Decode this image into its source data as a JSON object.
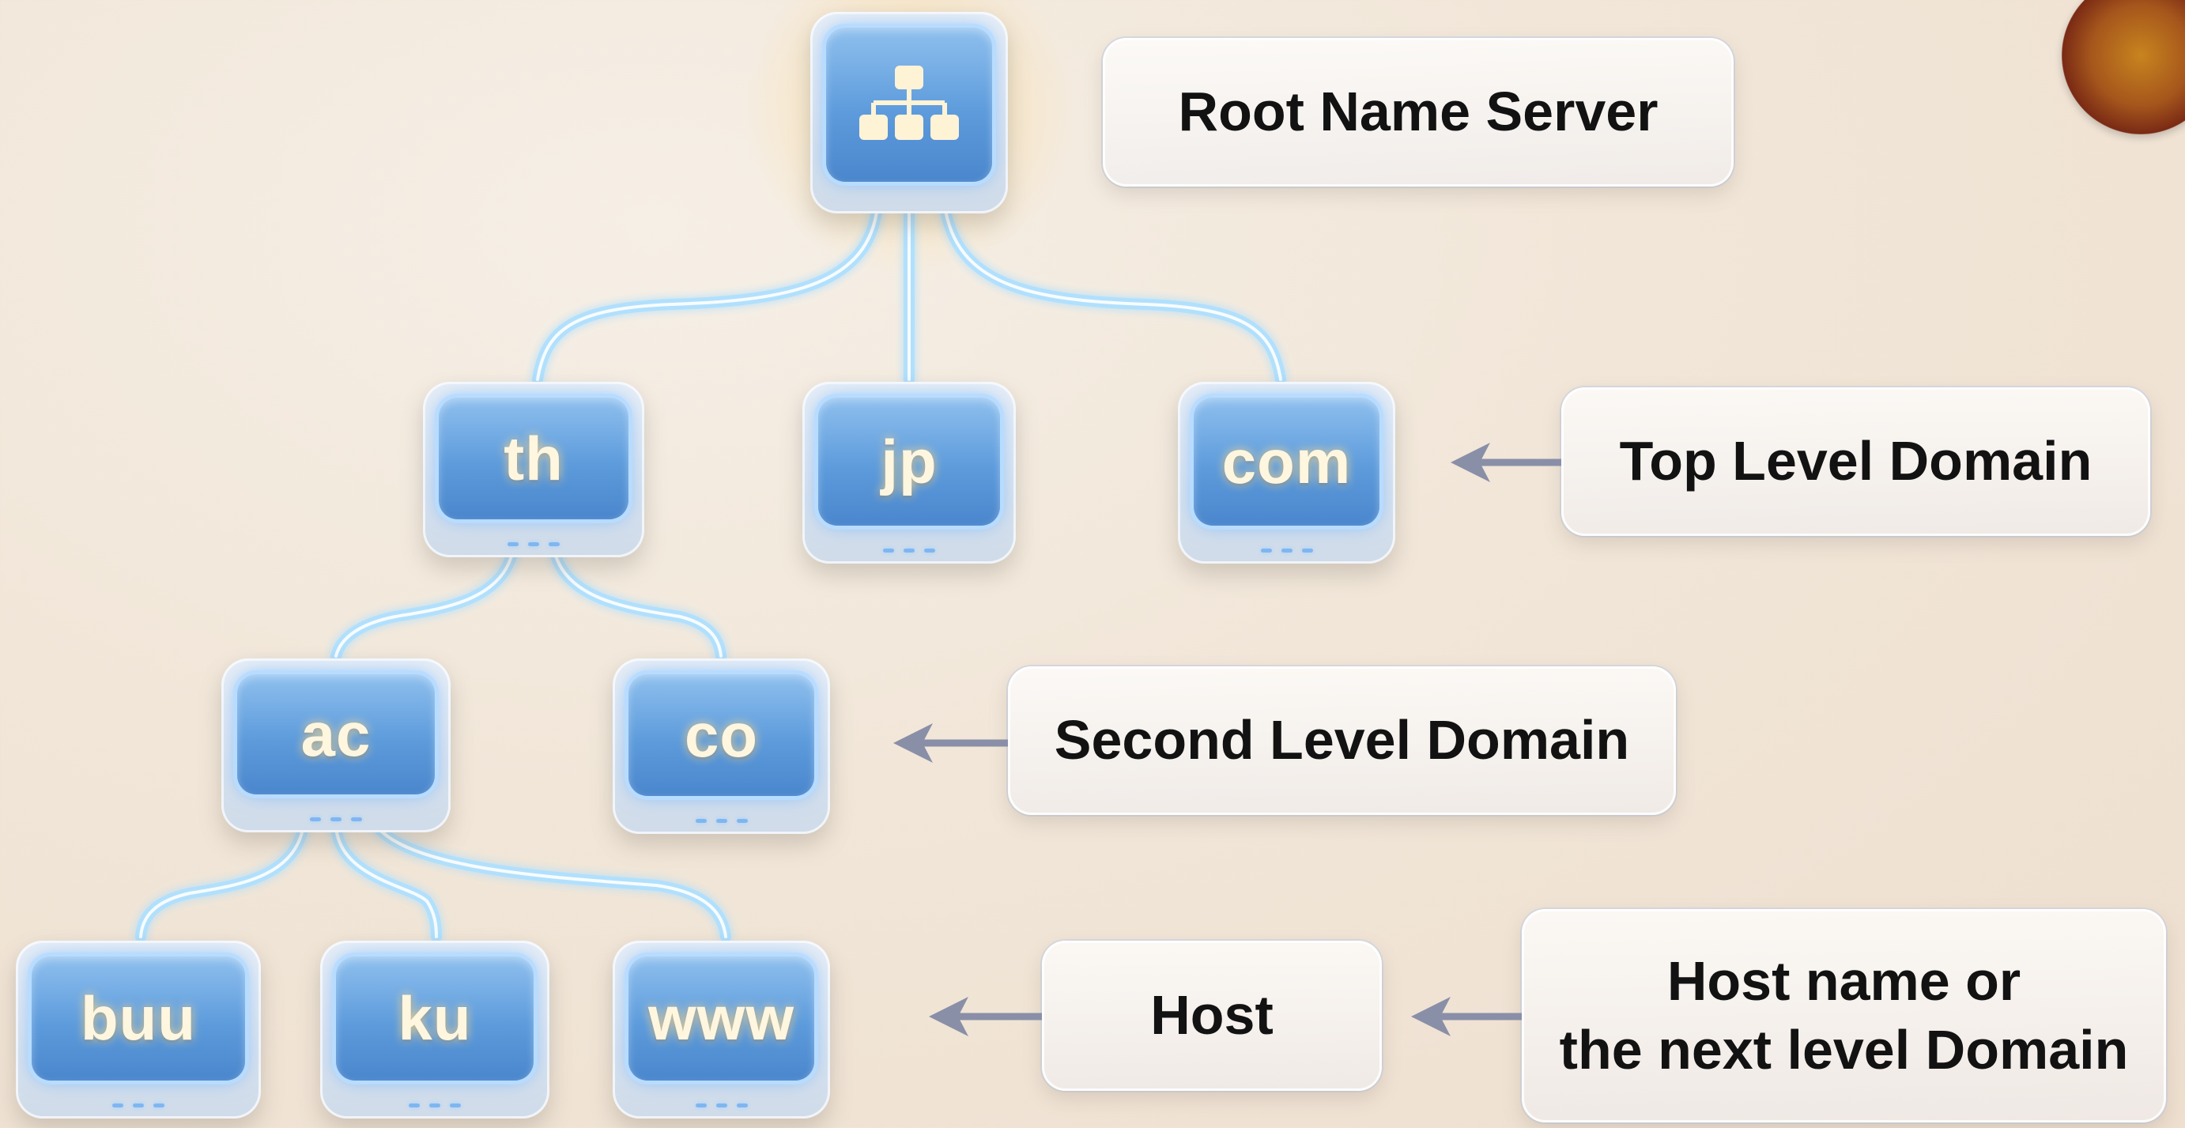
{
  "nodes": {
    "th": "th",
    "jp": "jp",
    "com": "com",
    "ac": "ac",
    "co": "co",
    "buu": "buu",
    "ku": "ku",
    "www": "www"
  },
  "labels": {
    "root": "Root Name Server",
    "tld": "Top Level Domain",
    "sld": "Second Level Domain",
    "host": "Host",
    "host_name_line1": "Host name or",
    "host_name_line2": "the next level Domain"
  },
  "icons": {
    "root_node_icon": "network-hierarchy-icon",
    "seal": "university-seal"
  },
  "colors": {
    "node_face": "#5d9bdc",
    "node_glow": "#9fd0ff",
    "connector": "#aee0ff",
    "arrow": "#8a8fa8",
    "label_text": "#121212"
  }
}
